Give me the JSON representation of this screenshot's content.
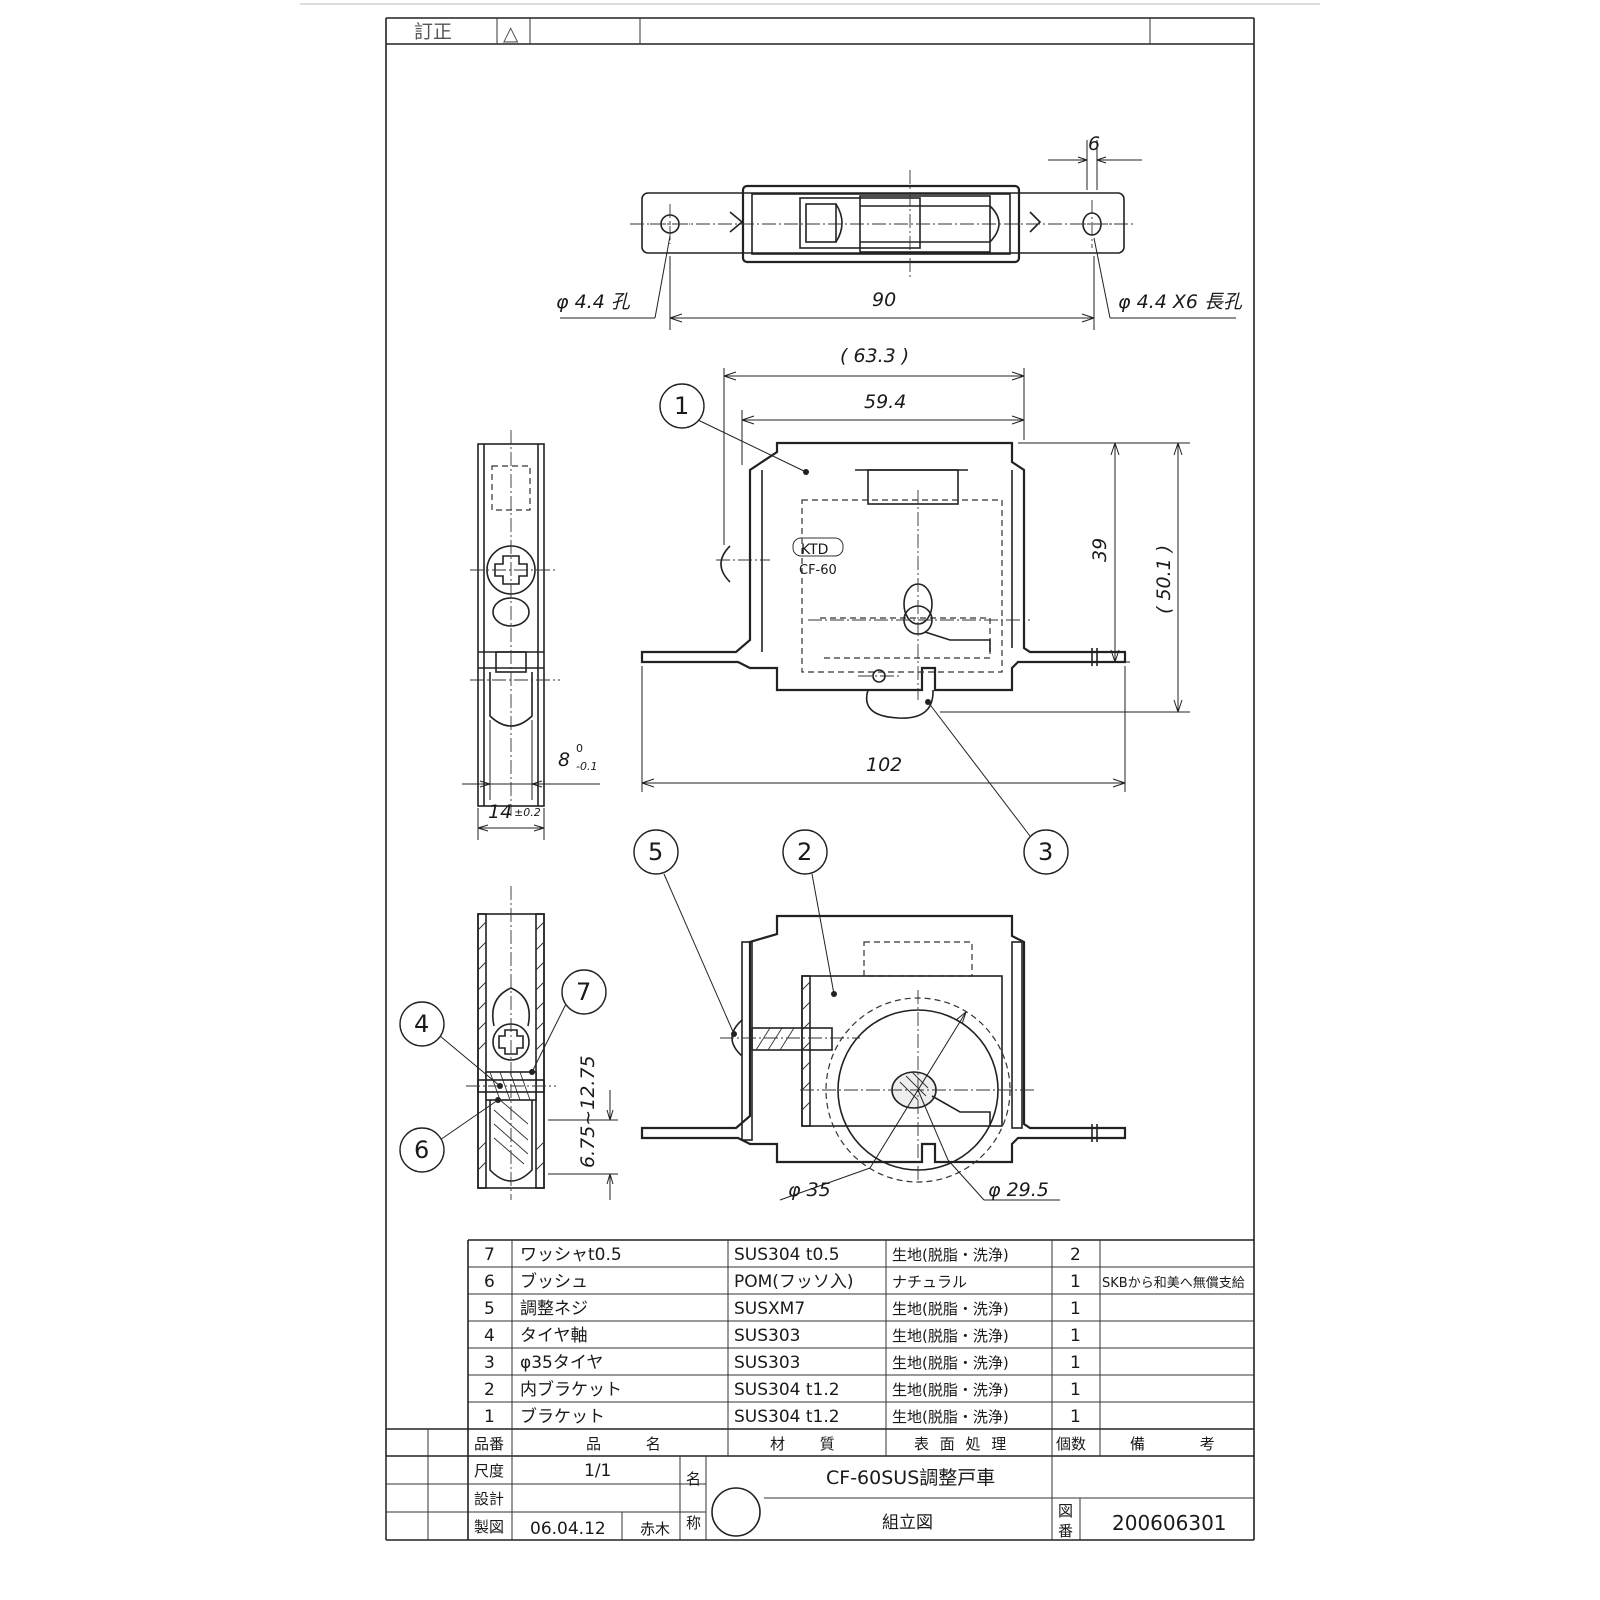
{
  "revision": {
    "label": "訂正",
    "mark": "△"
  },
  "dims": {
    "slot_width": "6",
    "hole_left": "φ 4.4 孔",
    "hole_pitch": "90",
    "hole_right": "φ 4.4 X6 長孔",
    "width_ref": "( 63.3 )",
    "width_body": "59.4",
    "height_39": "39",
    "height_ref": "( 50.1 )",
    "total_length": "102",
    "thickness_8": "8",
    "thickness_8_upper": "0",
    "thickness_8_lower": "-0.1",
    "width_14": "14",
    "width_14_tol": "±0.2",
    "adjust_range": "6.75~12.75",
    "wheel_outer": "φ 35",
    "wheel_inner": "φ 29.5"
  },
  "marking": {
    "logo": "KTD",
    "model": "CF-60"
  },
  "balloons": [
    "1",
    "2",
    "3",
    "4",
    "5",
    "6",
    "7"
  ],
  "parts": [
    {
      "no": "7",
      "name": "ワッシャt0.5",
      "material": "SUS304 t0.5",
      "finish": "生地(脱脂・洗浄)",
      "qty": "2",
      "remarks": ""
    },
    {
      "no": "6",
      "name": "ブッシュ",
      "material": "POM(フッソ入)",
      "finish": "ナチュラル",
      "qty": "1",
      "remarks": "SKBから和美へ無償支給"
    },
    {
      "no": "5",
      "name": "調整ネジ",
      "material": "SUSXM7",
      "finish": "生地(脱脂・洗浄)",
      "qty": "1",
      "remarks": ""
    },
    {
      "no": "4",
      "name": "タイヤ軸",
      "material": "SUS303",
      "finish": "生地(脱脂・洗浄)",
      "qty": "1",
      "remarks": ""
    },
    {
      "no": "3",
      "name": "φ35タイヤ",
      "material": "SUS303",
      "finish": "生地(脱脂・洗浄)",
      "qty": "1",
      "remarks": ""
    },
    {
      "no": "2",
      "name": "内ブラケット",
      "material": "SUS304 t1.2",
      "finish": "生地(脱脂・洗浄)",
      "qty": "1",
      "remarks": ""
    },
    {
      "no": "1",
      "name": "ブラケット",
      "material": "SUS304 t1.2",
      "finish": "生地(脱脂・洗浄)",
      "qty": "1",
      "remarks": ""
    }
  ],
  "headers": {
    "no": "品番",
    "name": "品 名",
    "material": "材 質",
    "finish": "表 面 処 理",
    "qty": "個数",
    "remarks": "備 考"
  },
  "title_block": {
    "scale_label": "尺度",
    "scale_value": "1/1",
    "design_label": "設計",
    "drawn_label": "製図",
    "drawn_date": "06.04.12",
    "drawn_by": "赤木",
    "name_label_1": "名",
    "name_label_2": "称",
    "title": "CF-60SUS調整戸車",
    "subtitle": "組立図",
    "dwg_no_label_1": "図",
    "dwg_no_label_2": "番",
    "dwg_no": "200606301"
  }
}
